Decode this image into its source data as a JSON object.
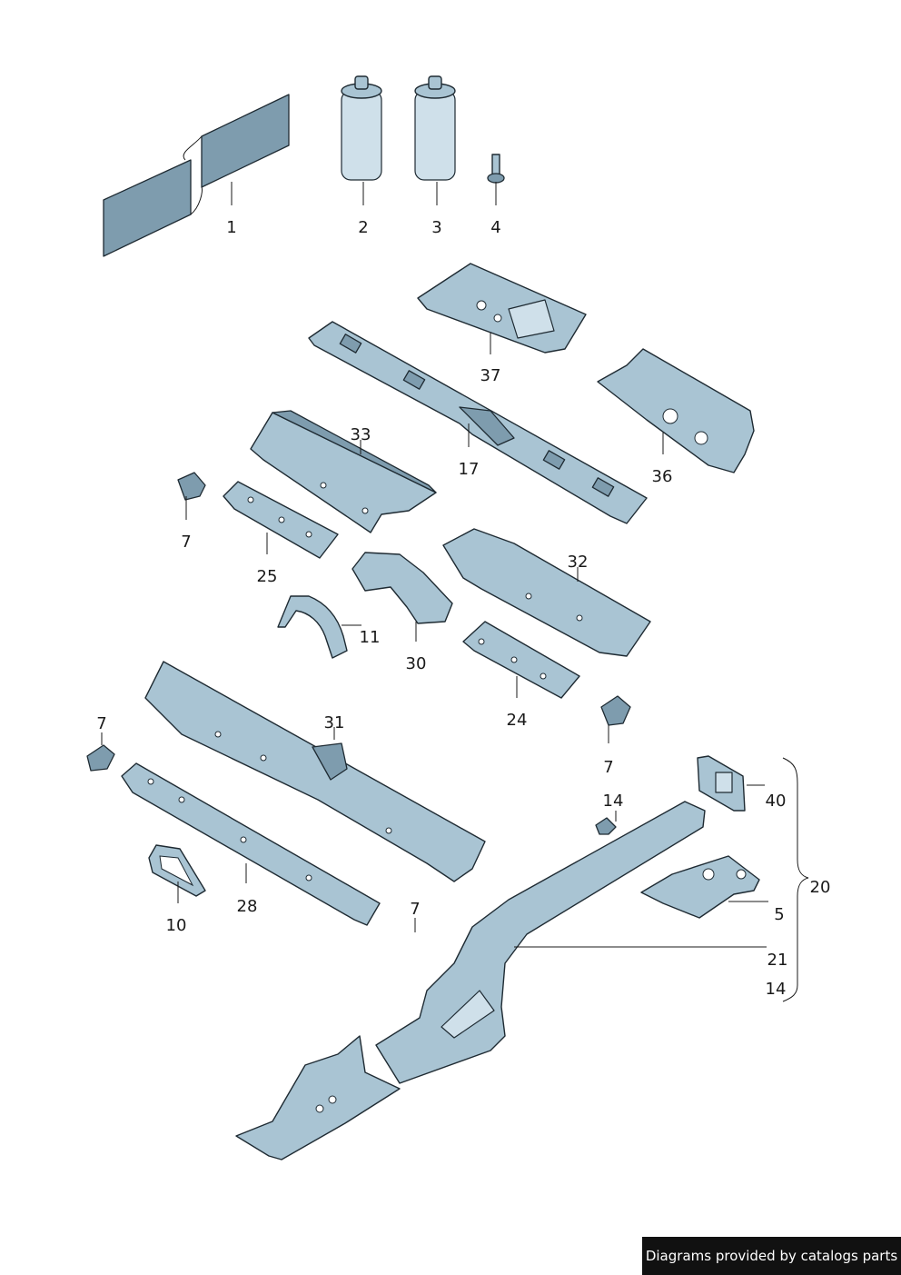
{
  "callouts": {
    "c1": "1",
    "c2": "2",
    "c3": "3",
    "c4": "4",
    "c37": "37",
    "c36": "36",
    "c33": "33",
    "c17": "17",
    "c7a": "7",
    "c25": "25",
    "c32": "32",
    "c11": "11",
    "c30": "30",
    "c24": "24",
    "c7b": "7",
    "c31": "31",
    "c7c": "7",
    "c40": "40",
    "c14a": "14",
    "c20": "20",
    "c5": "5",
    "c10": "10",
    "c28": "28",
    "c7d": "7",
    "c21": "21",
    "c14b": "14"
  },
  "footer": {
    "text": "Diagrams provided by catalogs parts"
  },
  "colors": {
    "part_fill": "#a9c4d3",
    "part_stroke": "#1e2a32",
    "footer_bg": "#111111"
  }
}
